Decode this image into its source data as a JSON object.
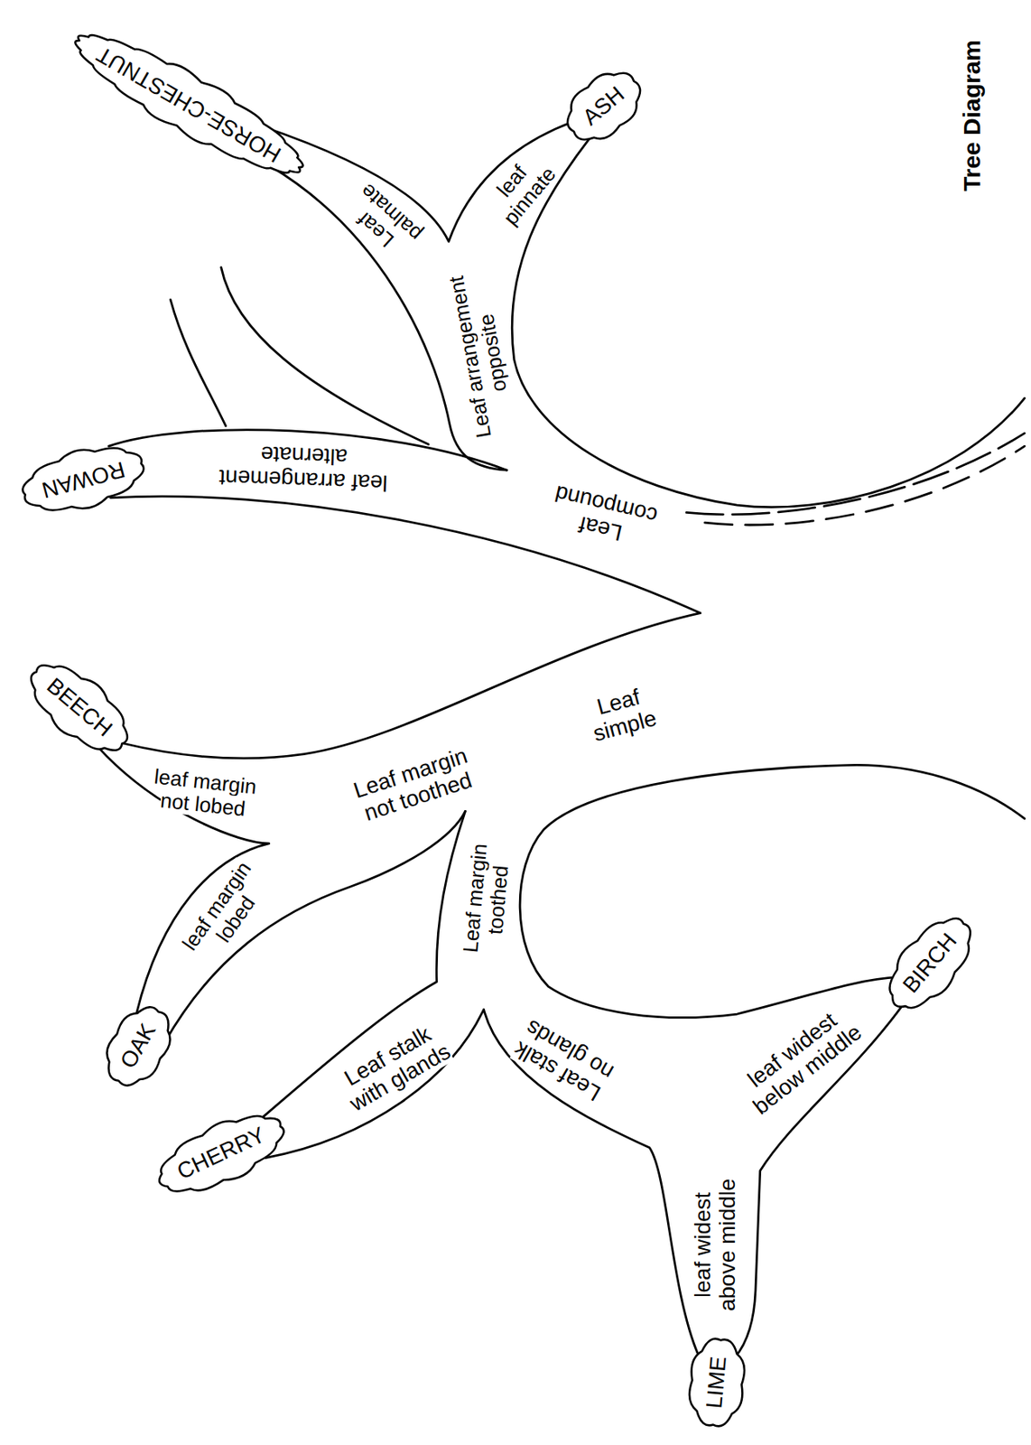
{
  "diagram": {
    "title": "Tree Diagram",
    "nodes": [
      {
        "text": [
          "HORSE-CHESTNUT"
        ]
      },
      {
        "text": [
          "ASH"
        ]
      },
      {
        "text": [
          "ROWAN"
        ]
      },
      {
        "text": [
          "BEECH"
        ]
      },
      {
        "text": [
          "OAK"
        ]
      },
      {
        "text": [
          "CHERRY"
        ]
      },
      {
        "text": [
          "BIRCH"
        ]
      },
      {
        "text": [
          "LIME"
        ]
      }
    ],
    "labels": [
      "Leaf palmate",
      "leaf pinnate",
      "Leaf arrangement opposite",
      "leaf arrangement alternate",
      "Leaf compound",
      "Leaf simple",
      "Leaf margin not toothed",
      "leaf margin not lobed",
      "leaf margin lobed",
      "Leaf margin toothed",
      "Leaf stalk with glands",
      "Leaf stalk no glands",
      "leaf widest below middle",
      "leaf widest above middle"
    ]
  }
}
